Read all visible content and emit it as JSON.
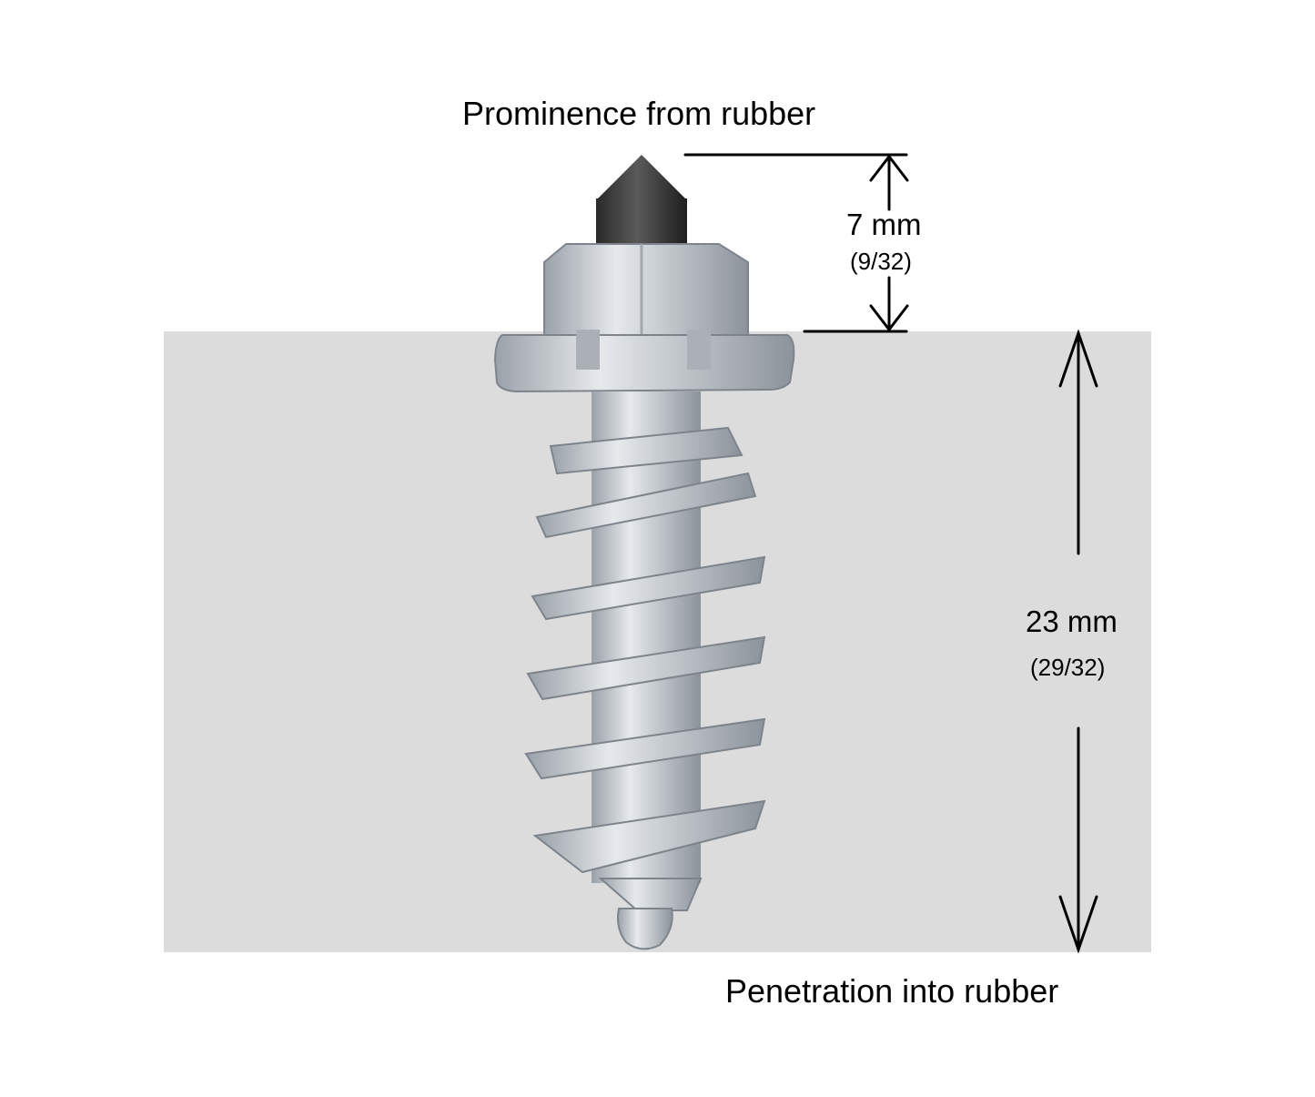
{
  "labels": {
    "prominence_title": "Prominence from rubber",
    "penetration_title": "Penetration into rubber",
    "prominence_value": "7 mm",
    "prominence_fraction": "(9/32)",
    "penetration_value": "23 mm",
    "penetration_fraction": "(29/32)"
  },
  "colors": {
    "rubber": "#dcdcdc",
    "steel": "#c9ced3",
    "carbide_tip": "#3a3a3a",
    "dimension_lines": "#000000"
  }
}
